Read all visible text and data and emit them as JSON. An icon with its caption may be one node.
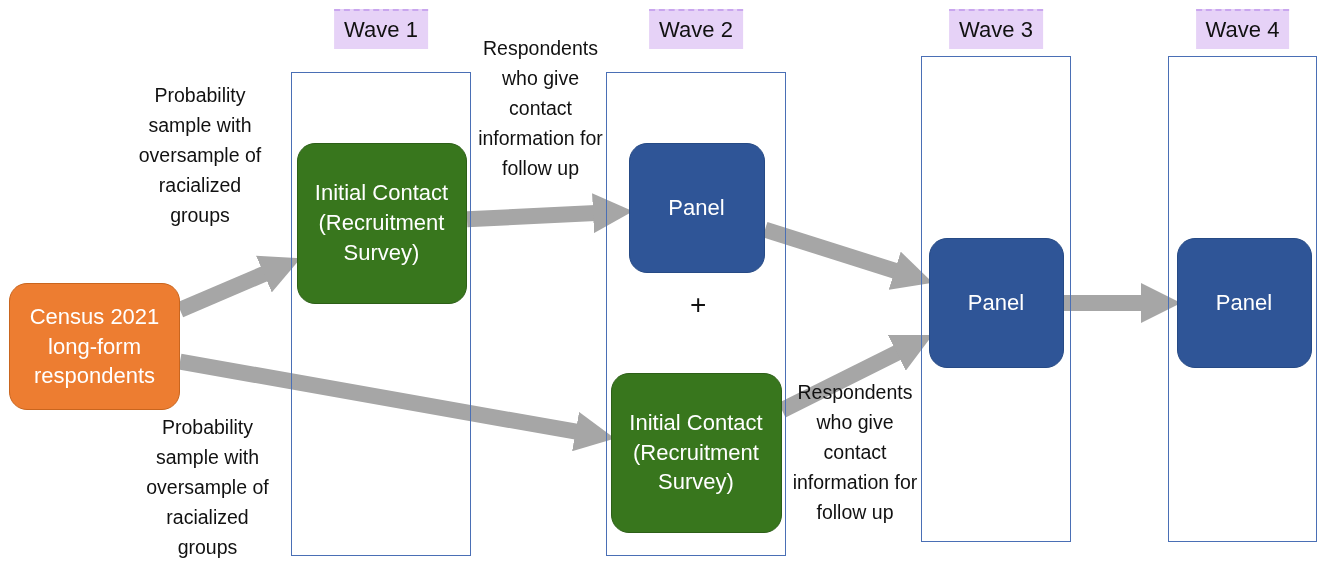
{
  "diagram": {
    "nodes": [
      {
        "text": [
          "Wave 1"
        ]
      },
      {
        "text": [
          "Initial Contact (Recruitment Survey)"
        ],
        "in": 0
      },
      {
        "text": [
          "Wave 2"
        ]
      },
      {
        "text": [
          "Panel"
        ],
        "in": 2
      },
      {
        "text": [
          "Initial Contact (Recruitment Survey)"
        ],
        "in": 2
      },
      {
        "text": [
          "Wave 3"
        ]
      },
      {
        "text": [
          "Panel"
        ],
        "in": 5
      },
      {
        "text": [
          "Wave 4"
        ]
      },
      {
        "text": [
          "Panel"
        ],
        "in": 7
      },
      {
        "text": [
          "Census 2021 long-form respondents"
        ]
      }
    ],
    "edges": [
      {
        "from": 9,
        "to": 1,
        "arrow": "to",
        "label": "Probability sample with oversample of racialized groups"
      },
      {
        "from": 9,
        "to": 4,
        "arrow": "to",
        "label": "Probability sample with oversample of racialized groups"
      },
      {
        "from": 1,
        "to": 3,
        "arrow": "to",
        "label": "Respondents who give contact information for follow up"
      },
      {
        "from": 3,
        "to": 6,
        "arrow": "to"
      },
      {
        "from": 4,
        "to": 6,
        "arrow": "to",
        "label": "Respondents who give contact information for follow up"
      },
      {
        "from": 6,
        "to": 8,
        "arrow": "to"
      }
    ],
    "labels": [
      "+"
    ]
  }
}
